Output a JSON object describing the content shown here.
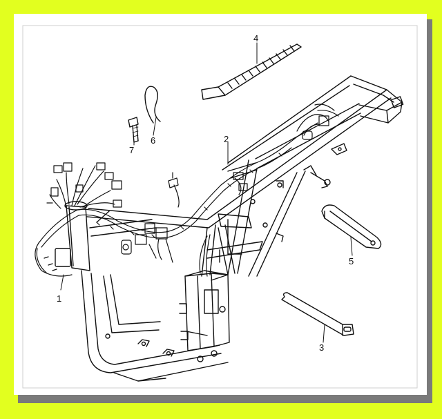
{
  "diagram": {
    "colors": {
      "frame_border": "#e2ff1f",
      "shadow": "#7a7a7a",
      "paper": "#ffffff",
      "ink": "#111111"
    },
    "callouts": [
      {
        "id": "1",
        "label": "1",
        "part": "wiring-harness"
      },
      {
        "id": "2",
        "label": "2",
        "part": "frame"
      },
      {
        "id": "3",
        "label": "3",
        "part": "strap-long"
      },
      {
        "id": "4",
        "label": "4",
        "part": "cable-tie"
      },
      {
        "id": "5",
        "label": "5",
        "part": "bracket-plate"
      },
      {
        "id": "6",
        "label": "6",
        "part": "wire-clip"
      },
      {
        "id": "7",
        "label": "7",
        "part": "bolt"
      }
    ]
  }
}
